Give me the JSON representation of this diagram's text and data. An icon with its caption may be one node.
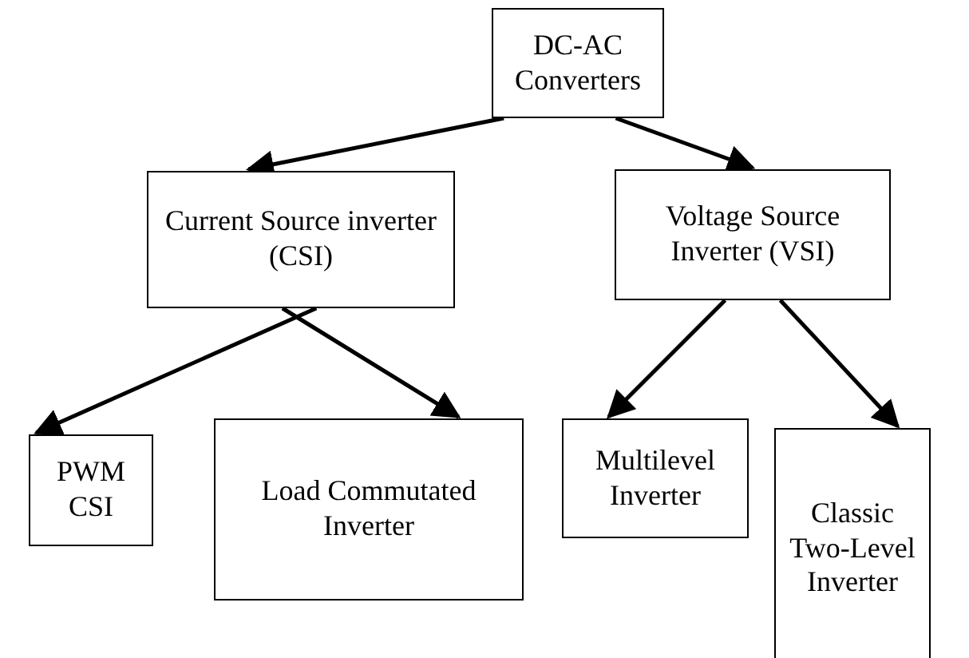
{
  "diagram": {
    "nodes": [
      {
        "text": [
          "DC-AC Converters"
        ]
      },
      {
        "text": [
          "Current Source inverter (CSI)"
        ]
      },
      {
        "text": [
          "Voltage Source Inverter (VSI)"
        ]
      },
      {
        "text": [
          "PWM CSI"
        ]
      },
      {
        "text": [
          "Load Commutated Inverter"
        ]
      },
      {
        "text": [
          "Multilevel Inverter"
        ]
      },
      {
        "text": [
          "Classic Two-Level Inverter"
        ]
      }
    ],
    "edges": [
      {
        "from": 0,
        "to": 1,
        "arrow": "to"
      },
      {
        "from": 0,
        "to": 2,
        "arrow": "to"
      },
      {
        "from": 1,
        "to": 3,
        "arrow": "to"
      },
      {
        "from": 1,
        "to": 4,
        "arrow": "to"
      },
      {
        "from": 2,
        "to": 5,
        "arrow": "to"
      },
      {
        "from": 2,
        "to": 6,
        "arrow": "to"
      }
    ]
  }
}
